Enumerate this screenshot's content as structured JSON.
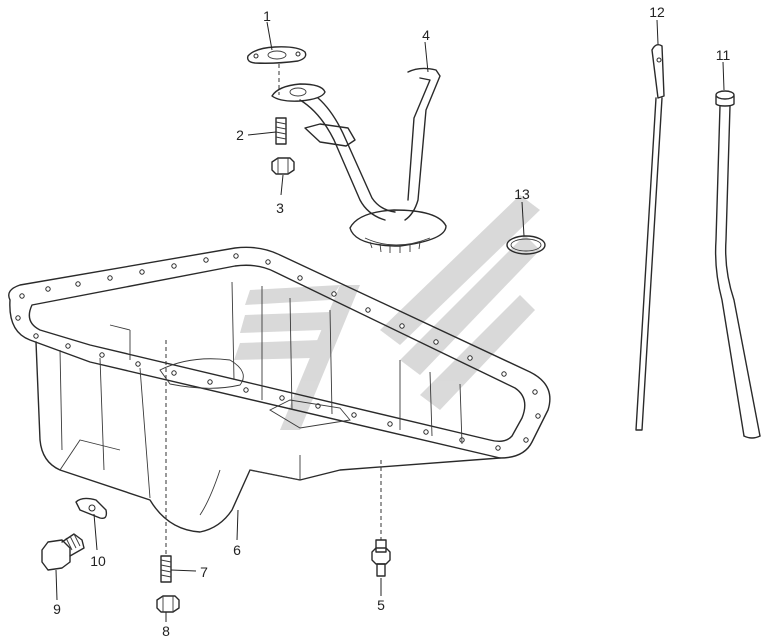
{
  "callouts": [
    {
      "id": "1",
      "label": "1"
    },
    {
      "id": "2",
      "label": "2"
    },
    {
      "id": "3",
      "label": "3"
    },
    {
      "id": "4",
      "label": "4"
    },
    {
      "id": "5",
      "label": "5"
    },
    {
      "id": "6",
      "label": "6"
    },
    {
      "id": "7",
      "label": "7"
    },
    {
      "id": "8",
      "label": "8"
    },
    {
      "id": "9",
      "label": "9"
    },
    {
      "id": "10",
      "label": "10"
    },
    {
      "id": "11",
      "label": "11"
    },
    {
      "id": "12",
      "label": "12"
    },
    {
      "id": "13",
      "label": "13"
    }
  ],
  "watermark": {
    "color": "#cfcfcf"
  }
}
